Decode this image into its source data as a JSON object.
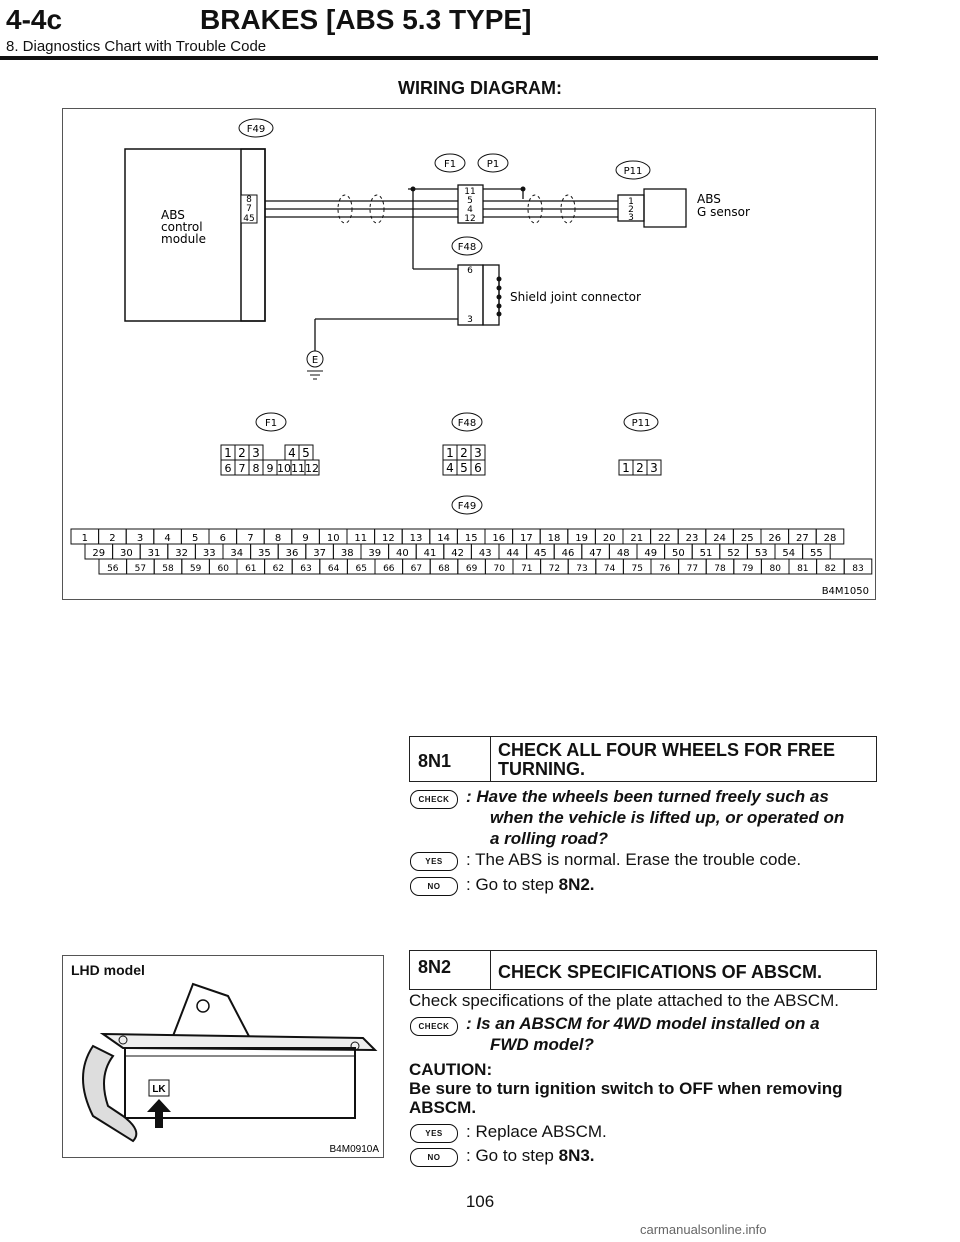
{
  "header": {
    "section_code": "4-4c",
    "title": "BRAKES [ABS 5.3 TYPE]",
    "subtitle": "8. Diagnostics Chart with Trouble Code"
  },
  "wiring": {
    "heading": "WIRING DIAGRAM:",
    "figure_id": "B4M1050",
    "labels": {
      "f49": "F49",
      "f1": "F1",
      "p1": "P1",
      "p11": "P11",
      "f48": "F48",
      "e": "E",
      "abs_module_1": "ABS",
      "abs_module_2": "control",
      "abs_module_3": "module",
      "g_sensor_1": "ABS",
      "g_sensor_2": "G sensor",
      "shield": "Shield joint connector"
    },
    "module_pins": [
      "8",
      "7",
      "45"
    ],
    "f1_pins": [
      "11",
      "5",
      "4",
      "12"
    ],
    "p11_pins": [
      "1",
      "2",
      "3"
    ],
    "f48_pins": [
      "6",
      "3"
    ],
    "f1_connector": {
      "top": [
        "1",
        "2",
        "3",
        "4",
        "5"
      ],
      "bottom": [
        "6",
        "7",
        "8",
        "9",
        "10",
        "11",
        "12"
      ]
    },
    "f48_connector": {
      "top": [
        "1",
        "2",
        "3"
      ],
      "bottom": [
        "4",
        "5",
        "6"
      ]
    },
    "p11_connector": [
      "1",
      "2",
      "3"
    ],
    "f49_connector": {
      "row1": [
        "1",
        "2",
        "3",
        "4",
        "5",
        "6",
        "7",
        "8",
        "9",
        "10",
        "11",
        "12",
        "13",
        "14",
        "15",
        "16",
        "17",
        "18",
        "19",
        "20",
        "21",
        "22",
        "23",
        "24",
        "25",
        "26",
        "27",
        "28"
      ],
      "row2": [
        "29",
        "30",
        "31",
        "32",
        "33",
        "34",
        "35",
        "36",
        "37",
        "38",
        "39",
        "40",
        "41",
        "42",
        "43",
        "44",
        "45",
        "46",
        "47",
        "48",
        "49",
        "50",
        "51",
        "52",
        "53",
        "54",
        "55"
      ],
      "row3": [
        "56",
        "57",
        "58",
        "59",
        "60",
        "61",
        "62",
        "63",
        "64",
        "65",
        "66",
        "67",
        "68",
        "69",
        "70",
        "71",
        "72",
        "73",
        "74",
        "75",
        "76",
        "77",
        "78",
        "79",
        "80",
        "81",
        "82",
        "83"
      ]
    }
  },
  "badges": {
    "check": "CHECK",
    "yes": "YES",
    "no": "NO"
  },
  "step1": {
    "number": "8N1",
    "title_1": "CHECK ALL FOUR WHEELS FOR FREE",
    "title_2": "TURNING.",
    "check_1": ": Have the wheels been turned freely such as",
    "check_2": "when the vehicle is lifted up, or operated on",
    "check_3": "a rolling road?",
    "yes": ": The ABS is normal. Erase the trouble code.",
    "no_prefix": ": Go to step ",
    "no_step": "8N2."
  },
  "step2": {
    "number": "8N2",
    "title": "CHECK SPECIFICATIONS OF ABSCM.",
    "body": "Check specifications of the plate attached to the ABSCM.",
    "check_1": ": Is an ABSCM for 4WD model installed on a",
    "check_2": "FWD model?",
    "caution_1": "CAUTION:",
    "caution_2": "Be sure to turn ignition switch to OFF when removing",
    "caution_3": "ABSCM.",
    "yes": ": Replace ABSCM.",
    "no_prefix": ": Go to step ",
    "no_step": "8N3."
  },
  "lhd_figure": {
    "label": "LHD model",
    "figure_id": "B4M0910A",
    "plate": "LK"
  },
  "page_number": "106",
  "watermark": "carmanualsonline.info"
}
